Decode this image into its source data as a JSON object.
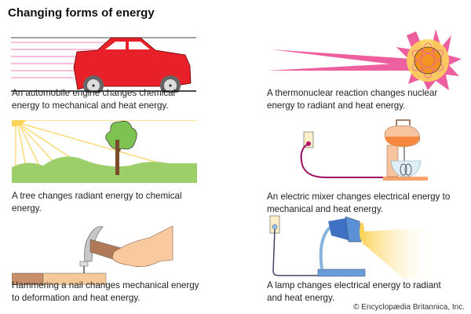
{
  "title": "Changing forms of energy",
  "panels": [
    {
      "id": "automobile",
      "caption": "An automobile engine changes chemical energy to mechanical and heat energy."
    },
    {
      "id": "thermonuclear",
      "caption": "A thermonuclear reaction changes nuclear energy to radiant and heat energy."
    },
    {
      "id": "tree",
      "caption": "A tree changes radiant energy to chemical energy."
    },
    {
      "id": "mixer",
      "caption": "An electric mixer changes electrical energy to mechanical and heat energy."
    },
    {
      "id": "hammer",
      "caption": "Hammering a nail changes mechanical energy to deformation and heat energy."
    },
    {
      "id": "lamp",
      "caption": "A lamp changes electrical energy to radiant and heat energy."
    }
  ],
  "copyright": "© Encyclopædia Britannica, Inc.",
  "colors": {
    "car": "#e8202a",
    "radiant_pink": "#ee5fa0",
    "sun_yellow": "#fbd35a",
    "grass": "#9ccf6a",
    "mixer": "#f5a36b",
    "lamp_blue": "#5b8fd6",
    "wood": "#f6c99a"
  }
}
